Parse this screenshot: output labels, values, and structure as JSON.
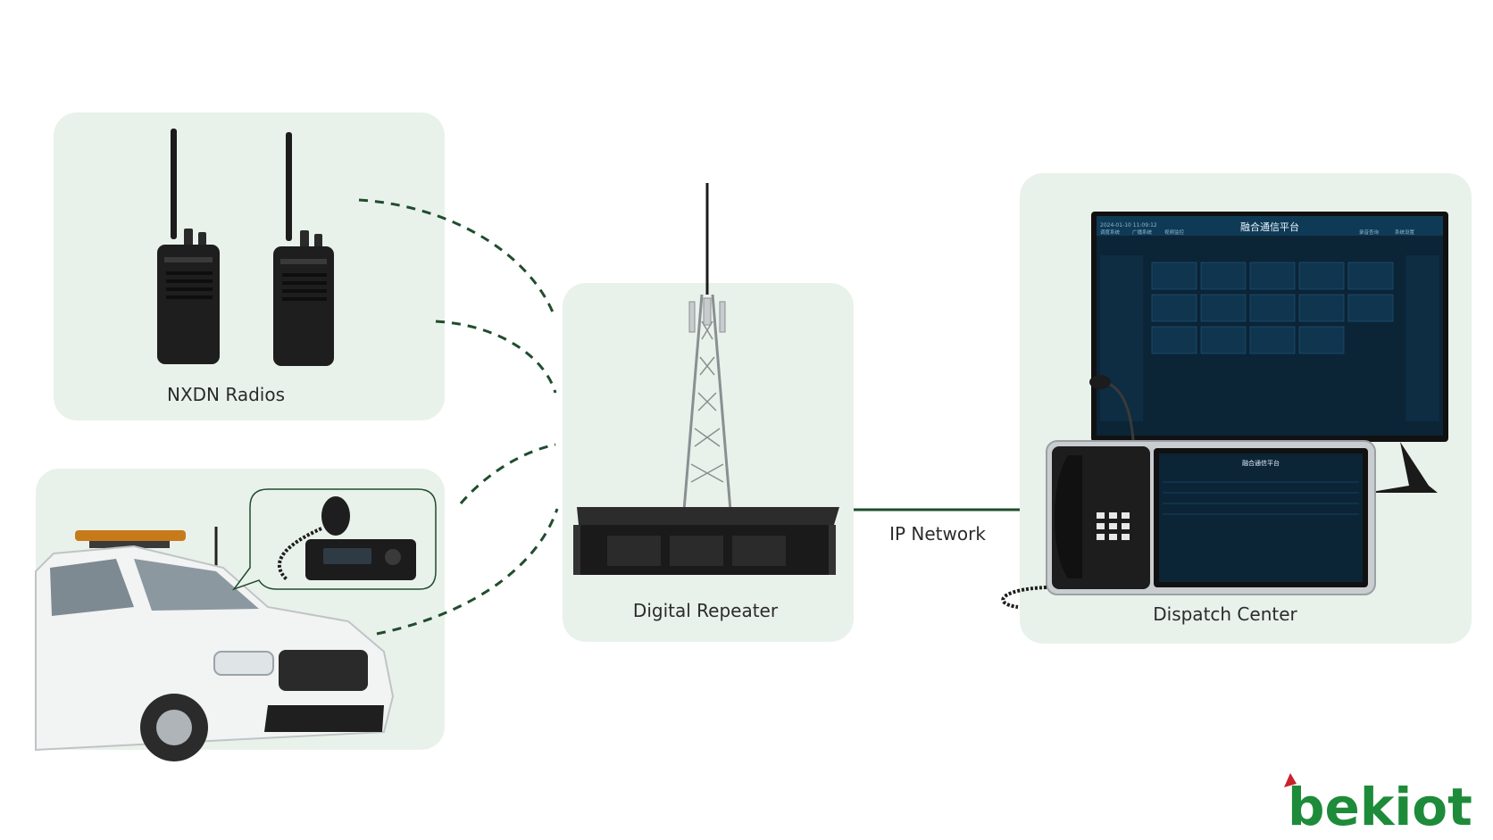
{
  "nodes": {
    "radios": {
      "label": "NXDN Radios"
    },
    "repeater": {
      "label": "Digital Repeater"
    },
    "dispatch": {
      "label": "Dispatch Center"
    }
  },
  "links": {
    "ip_network": {
      "label": "IP Network"
    }
  },
  "monitor_screen": {
    "date": "2024-01-10 11:09:12",
    "title": "融合通信平台",
    "tabs": [
      "调度系统",
      "广播系统",
      "视频监控"
    ],
    "top_right": [
      "录音查询",
      "系统设置"
    ]
  },
  "console_screen": {
    "title": "融合通信平台"
  },
  "brand": {
    "logo_text": "bekiot"
  },
  "colors": {
    "panel": "#e9f2ea",
    "link": "#1f4d2e",
    "screen_bg": "#0b2436",
    "brand_green": "#1e8b3a",
    "brand_red": "#c8232c"
  }
}
